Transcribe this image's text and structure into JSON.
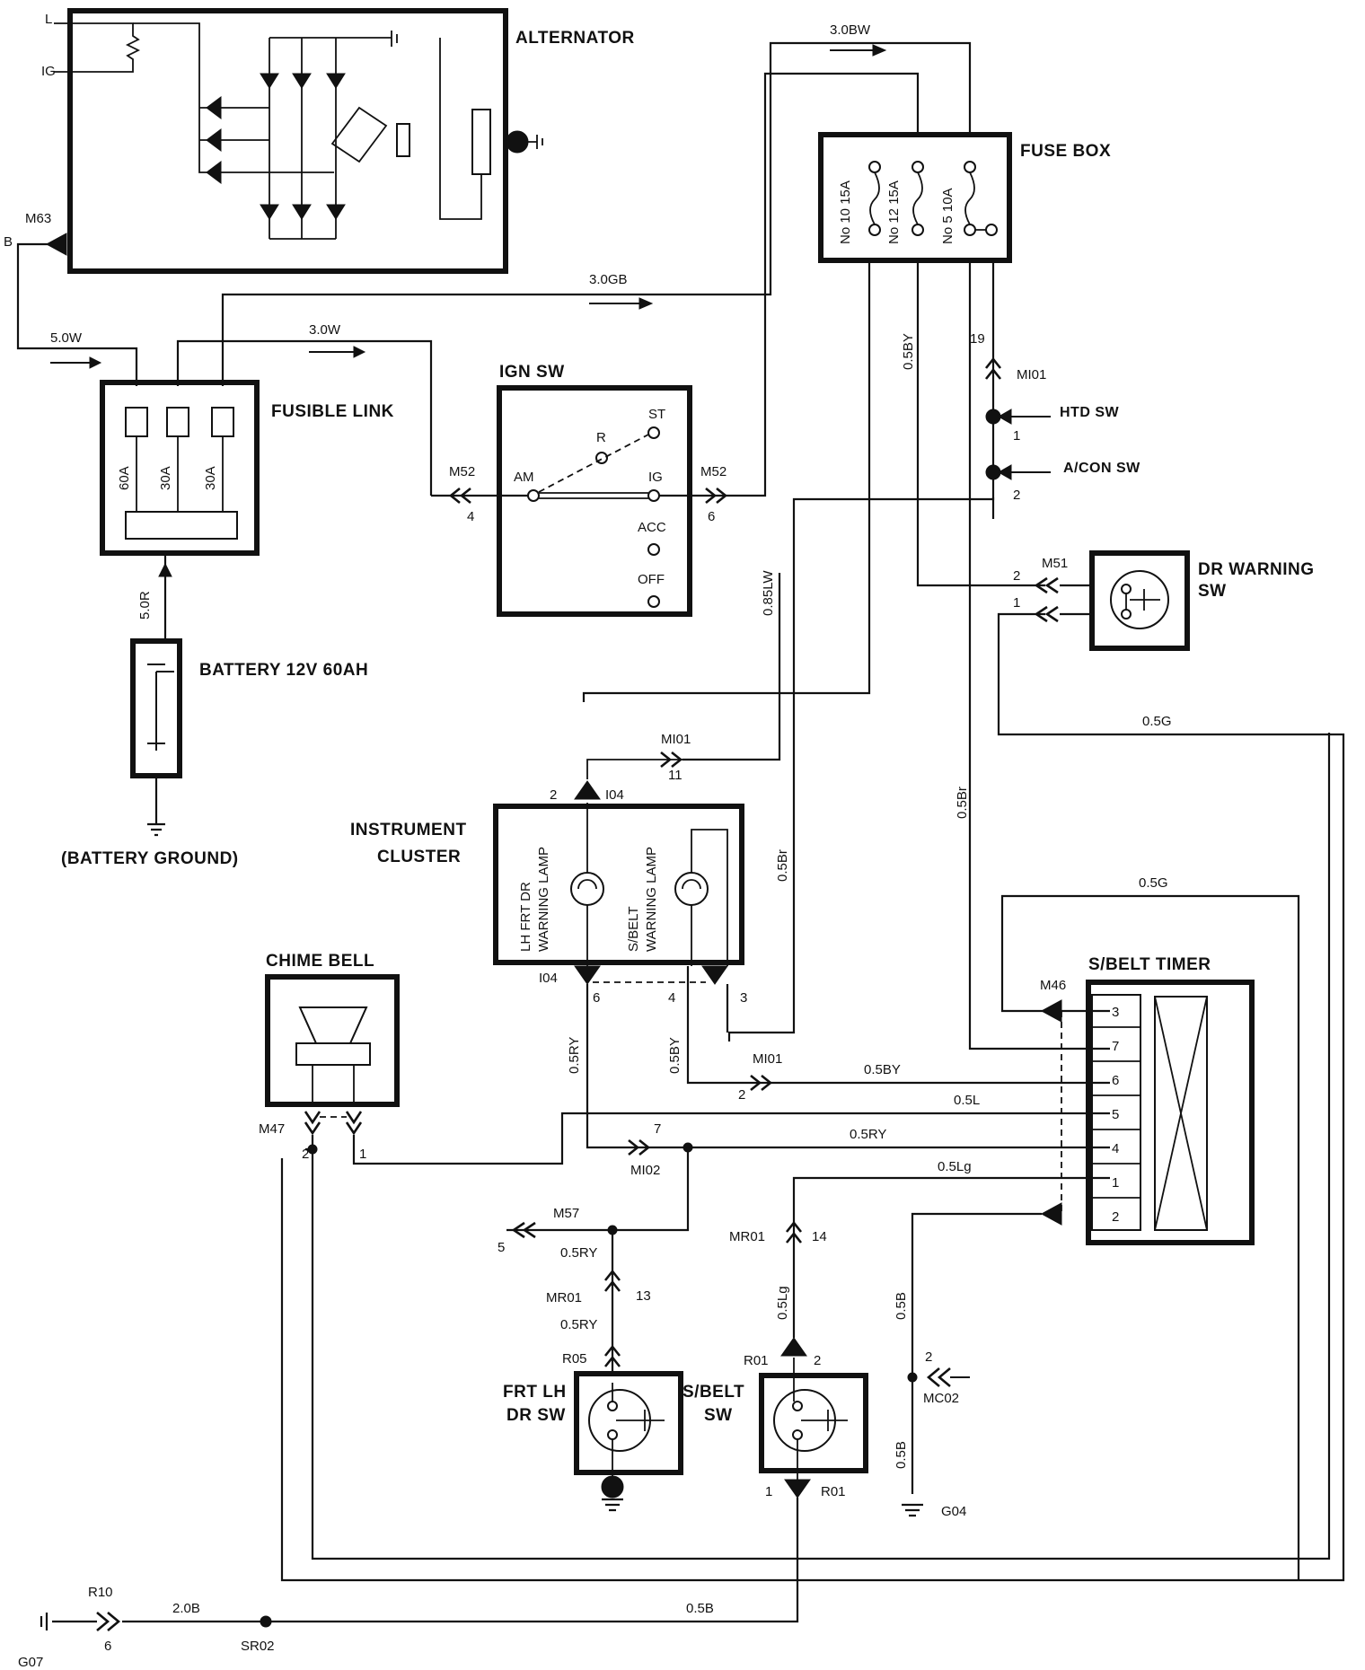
{
  "components": {
    "alternator": "ALTERNATOR",
    "fuse_box": "FUSE BOX",
    "fusible_link": "FUSIBLE LINK",
    "ign_sw": "IGN SW",
    "battery": "BATTERY 12V 60AH",
    "battery_ground": "(BATTERY GROUND)",
    "instrument_cluster_1": "INSTRUMENT",
    "instrument_cluster_2": "CLUSTER",
    "dr_warning_sw_1": "DR WARNING",
    "dr_warning_sw_2": "SW",
    "chime_bell": "CHIME BELL",
    "sbelt_timer": "S/BELT TIMER",
    "frt_lh_dr_sw_1": "FRT LH",
    "frt_lh_dr_sw_2": "DR SW",
    "sbelt_sw_1": "S/BELT",
    "sbelt_sw_2": "SW",
    "htd_sw": "HTD SW",
    "acon_sw": "A/CON SW"
  },
  "alternator_terminals": {
    "l": "L",
    "ig": "IG",
    "b": "B"
  },
  "ign_positions": {
    "st": "ST",
    "r": "R",
    "am": "AM",
    "ig": "IG",
    "acc": "ACC",
    "off": "OFF"
  },
  "fuses": {
    "f10": "No 10 15A",
    "f12": "No 12 15A",
    "f5": "No 5 10A"
  },
  "fusible_links": {
    "l60": "60A",
    "l30a": "30A",
    "l30b": "30A"
  },
  "lamps": {
    "lh_frt_1": "LH FRT DR",
    "lh_frt_2": "WARNING LAMP",
    "sbelt_1": "S/BELT",
    "sbelt_2": "WARNING LAMP"
  },
  "timer_pins": [
    "3",
    "7",
    "6",
    "5",
    "4",
    "1",
    "2"
  ],
  "wires": {
    "w3_0bw": "3.0BW",
    "w3_0gb": "3.0GB",
    "w5_0w": "5.0W",
    "w3_0w": "3.0W",
    "w5_0r": "5.0R",
    "w0_5by_fuse": "0.5BY",
    "w0_85lw": "0.85LW",
    "w0_5br_a": "0.5Br",
    "w0_5br_b": "0.5Br",
    "w0_5g_a": "0.5G",
    "w0_5g_b": "0.5G",
    "w0_5ry_v": "0.5RY",
    "w0_5by_v": "0.5BY",
    "w0_5by_h": "0.5BY",
    "w0_5l": "0.5L",
    "w0_5ry_h": "0.5RY",
    "w0_5lg_h": "0.5Lg",
    "w0_5lg_v": "0.5Lg",
    "w0_5ry_a": "0.5RY",
    "w0_5ry_b": "0.5RY",
    "w0_5b_a": "0.5B",
    "w0_5b_b": "0.5B",
    "w2_0b": "2.0B",
    "w0_5b_bottom": "0.5B"
  },
  "connectors": {
    "m63": "M63",
    "m52_left": "M52",
    "m52_left_pin": "4",
    "m52_right": "M52",
    "m52_right_pin": "6",
    "mi01_top": "MI01",
    "mi01_top_pin": "19",
    "htd_pin": "1",
    "acon_pin": "2",
    "m51": "M51",
    "m51_pin2": "2",
    "m51_pin1": "1",
    "mi01_mid": "MI01",
    "mi01_mid_pin": "11",
    "i04_top": "I04",
    "i04_top_pin": "2",
    "i04_bot": "I04",
    "i04_pin6": "6",
    "i04_pin4": "4",
    "i04_pin3": "3",
    "m46": "M46",
    "mi01_low": "MI01",
    "mi01_low_pin": "2",
    "m47": "M47",
    "m47_pin2": "2",
    "m47_pin1": "1",
    "mi02": "MI02",
    "mi02_pin": "7",
    "m57": "M57",
    "m57_pin": "5",
    "mr01_a": "MR01",
    "mr01_a_pin": "13",
    "mr01_b": "MR01",
    "mr01_b_pin": "14",
    "r05": "R05",
    "r01_top": "R01",
    "r01_top_pin": "2",
    "r01_bot": "R01",
    "r01_bot_pin": "1",
    "mc02": "MC02",
    "mc02_pin": "2",
    "g04": "G04",
    "r10": "R10",
    "r10_pin": "6",
    "sr02": "SR02",
    "g07": "G07"
  }
}
